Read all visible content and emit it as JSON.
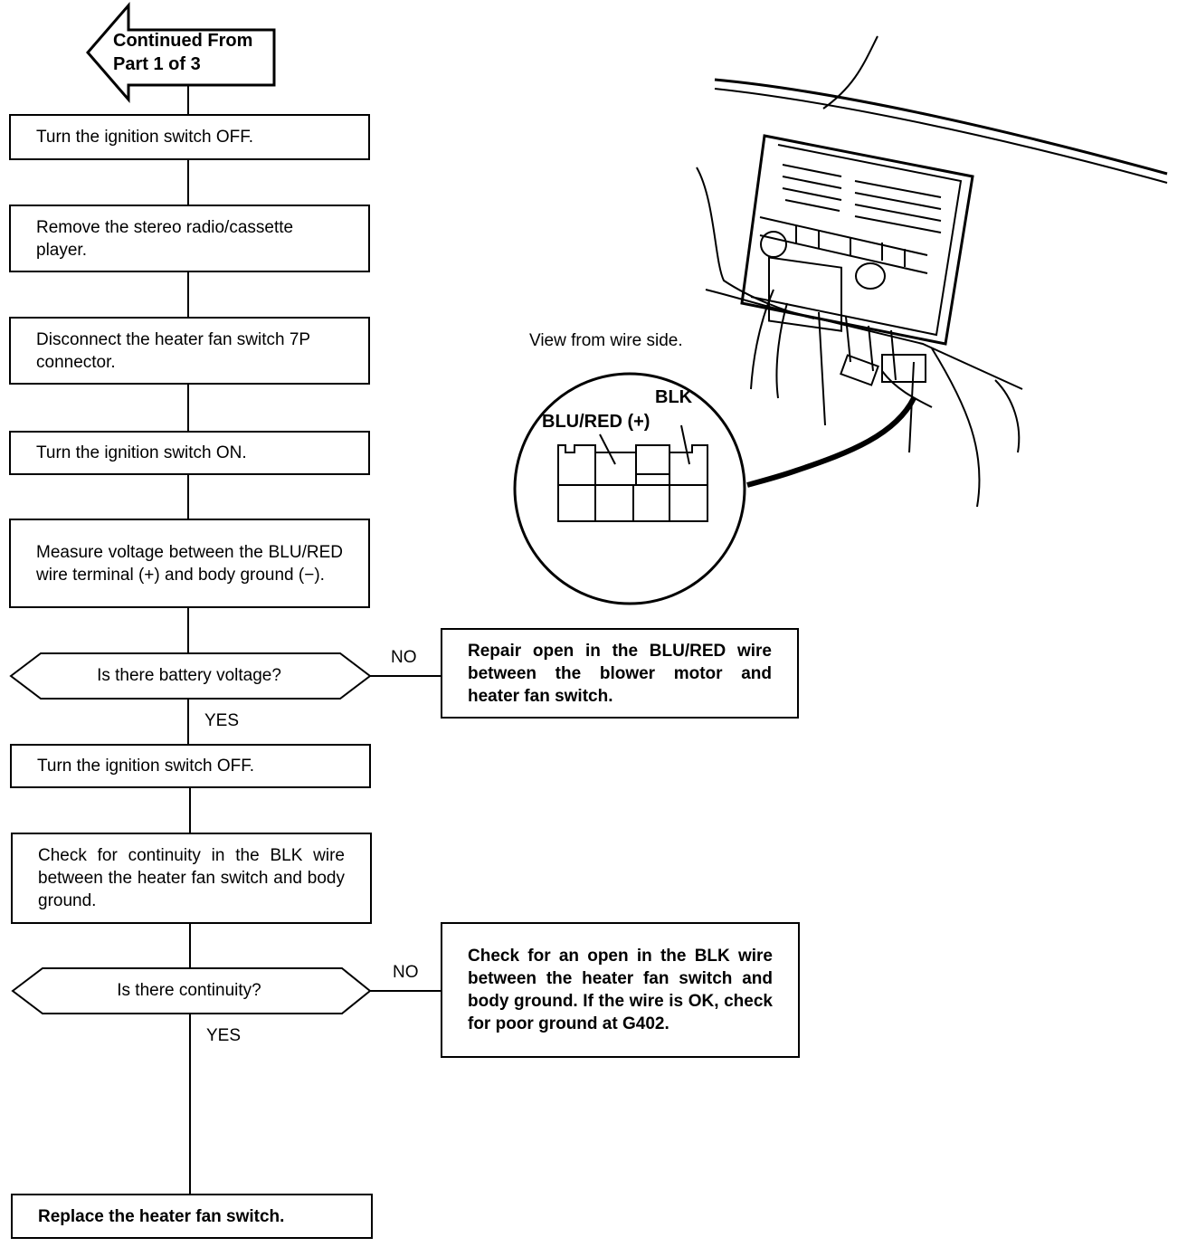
{
  "start": {
    "line1": "Continued From",
    "line2": "Part 1 of 3"
  },
  "steps": [
    "Turn the ignition switch OFF.",
    "Remove the stereo radio/cassette player.",
    "Disconnect the heater fan switch 7P connector.",
    "Turn the ignition switch ON.",
    "Measure voltage between the BLU/RED wire terminal (+) and body ground (−).",
    "Turn the ignition switch OFF.",
    "Check for continuity in the BLK wire between the heater fan switch and body ground.",
    "Replace the heater fan switch."
  ],
  "decisions": [
    {
      "question": "Is there battery voltage?",
      "no": "NO",
      "yes": "YES",
      "no_action": "Repair open in the BLU/RED wire between the blower motor and heater fan switch."
    },
    {
      "question": "Is there continuity?",
      "no": "NO",
      "yes": "YES",
      "no_action": "Check for an open in the BLK wire between the heater fan switch and body ground. If the wire is OK, check for poor ground at G402."
    }
  ],
  "illustration": {
    "view_label": "View from wire side.",
    "terminal_blk": "BLK",
    "terminal_blu_red": "BLU/RED (+)"
  }
}
